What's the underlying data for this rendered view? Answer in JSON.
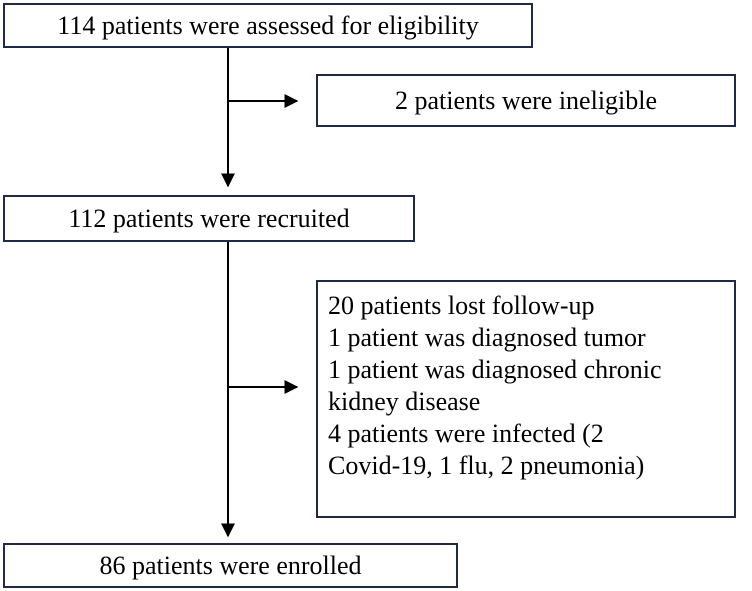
{
  "flowchart": {
    "assessed": "114 patients were assessed for eligibility",
    "ineligible": "2 patients were ineligible",
    "recruited": "112 patients were recruited",
    "excluded_lines": [
      "20 patients lost follow-up",
      "1 patient was diagnosed tumor",
      "1 patient was diagnosed chronic",
      "kidney disease",
      "4 patients were infected (2",
      "Covid-19, 1 flu, 2 pneumonia)"
    ],
    "enrolled": "86 patients were enrolled"
  },
  "colors": {
    "border": "#1f2a44",
    "line": "#000000"
  }
}
